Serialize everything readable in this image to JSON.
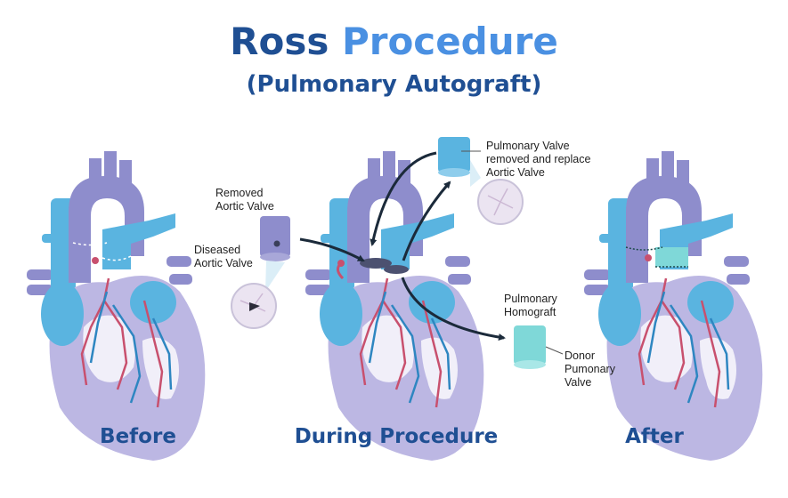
{
  "header": {
    "title_part1": "Ross",
    "title_part2": "Procedure",
    "subtitle": "(Pulmonary Autograft)"
  },
  "stages": {
    "before": "Before",
    "during": "During Procedure",
    "after": "After"
  },
  "labels": {
    "removed_aortic_line1": "Removed",
    "removed_aortic_line2": "Aortic Valve",
    "diseased_line1": "Diseased",
    "diseased_line2": "Aortic Valve",
    "pulm_line1": "Pulmonary Valve",
    "pulm_line2": "removed and replace",
    "pulm_line3": "Aortic Valve",
    "homograft_line1": "Pulmonary",
    "homograft_line2": "Homograft",
    "donor_line1": "Donor",
    "donor_line2": "Pumonary",
    "donor_line3": "Valve"
  },
  "colors": {
    "title_dark": "#1f4f93",
    "title_light": "#4a90e2",
    "heart_body": "#bcb7e3",
    "aorta": "#8e8dcc",
    "pulmonary": "#5ab4e0",
    "graft": "#7fd8d8",
    "vessel_red": "#c8506e",
    "vessel_blue": "#2e86c1"
  }
}
